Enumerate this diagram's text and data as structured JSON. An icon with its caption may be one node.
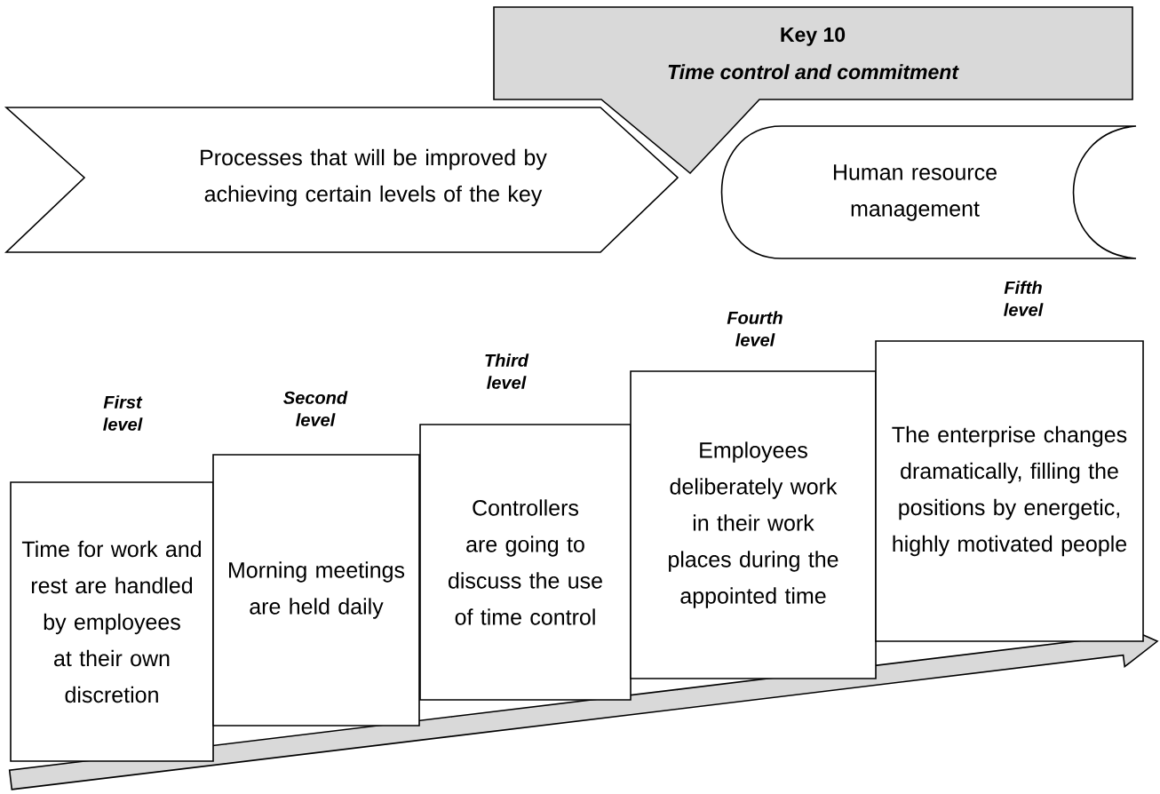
{
  "diagram": {
    "nodes": [
      {
        "text": [
          "Key 10",
          "Time control and commitment"
        ]
      },
      {
        "text": [
          "Processes that will be improved by achieving certain levels of the key"
        ]
      },
      {
        "text": [
          "Human resource management"
        ]
      },
      {
        "text": [
          "First level",
          "Time for work and rest are handled by employees at their own discretion"
        ]
      },
      {
        "text": [
          "Second level",
          "Morning meetings are held daily"
        ]
      },
      {
        "text": [
          "Third level",
          "Controllers are going to discuss the use of time control"
        ]
      },
      {
        "text": [
          "Fourth level",
          "Employees deliberately work in their work places during the appointed time"
        ]
      },
      {
        "text": [
          "Fifth level",
          "The enterprise changes dramatically, filling the positions by energetic, highly motivated people"
        ]
      }
    ]
  }
}
